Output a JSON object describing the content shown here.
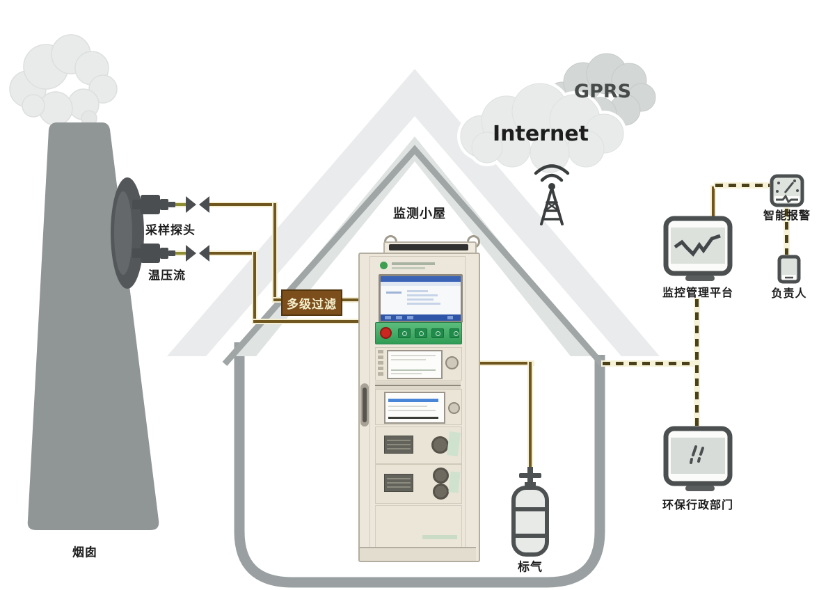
{
  "labels": {
    "house": "监测小屋",
    "stack": "烟囱",
    "probe_sampling": "采样探头",
    "probe_tpf": "温压流",
    "filter": "多级过滤",
    "cylinder": "标气",
    "internet": "Internet",
    "gprs": "GPRS",
    "platform": "监控管理平台",
    "alarm": "智能报警",
    "person": "负责人",
    "epa": "环保行政部门"
  },
  "icons": {
    "smoke_cloud": "smoke-cloud",
    "smokestack": "smokestack",
    "sampling_port": "sampling-port",
    "probes": "probe-icon",
    "valves": "valve-icon",
    "filter_box": "multi-stage-filter-box",
    "monitoring_cabin": "monitoring-cabin",
    "analyzer_cabinet": "analyzer-cabinet",
    "gas_cylinder": "standard-gas-cylinder",
    "internet_cloud": "internet-cloud",
    "gprs_cloud": "gprs-cloud",
    "antenna": "antenna-tower",
    "platform_monitor": "platform-monitor",
    "alarm_dial": "alarm-dial",
    "phone": "smartphone",
    "epa_monitor": "epa-monitor"
  },
  "colors": {
    "pipe": "#6f551e",
    "pipe_glow": "#f4efd2",
    "dash": "#4a4019",
    "dash_glow": "#f6f2d8",
    "filter_bg": "#7b4e1c",
    "filter_text": "#f5eecb",
    "house_gray": "#9aa0a1",
    "roof_light": "#e9ebec",
    "roof_inner": "#a0a6a6",
    "stack_gray": "#909596",
    "icon_dark": "#4b4f50",
    "icon_screen": "#dfe3de",
    "cabinet_bg": "#ece7da",
    "green_panel": "#3aa95f",
    "red_button": "#c9271f",
    "cloud_light": "#e9ebeb",
    "cloud_dark": "#d3d7d6"
  }
}
